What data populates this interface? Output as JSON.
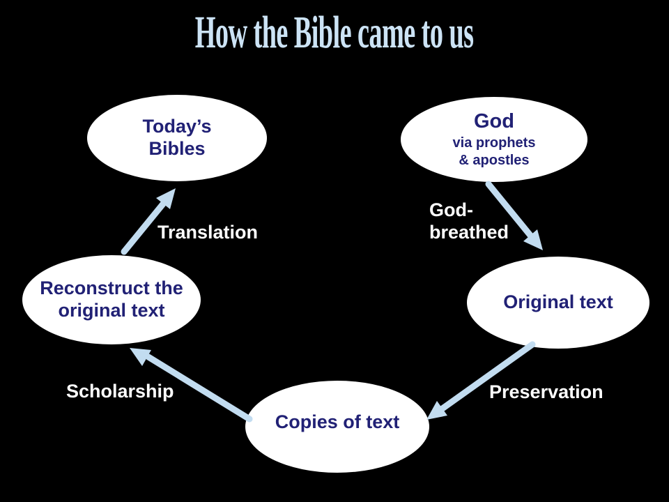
{
  "slide": {
    "title": "How the Bible came to us"
  },
  "colors": {
    "background": "#000000",
    "title": "#cce3f5",
    "node-fill": "#ffffff",
    "node-text": "#212175",
    "arrow": "#c2dcf0",
    "label-text": "#ffffff"
  },
  "nodes": {
    "todays_bibles": {
      "label": "Today’s\nBibles"
    },
    "god": {
      "label": "God",
      "sublabel": "via prophets\n& apostles"
    },
    "reconstruct": {
      "label": "Reconstruct the\noriginal text"
    },
    "original_text": {
      "label": "Original text"
    },
    "copies_of_text": {
      "label": "Copies of text"
    }
  },
  "arrows": {
    "god_breathed": {
      "label": "God-\nbreathed",
      "from": "god",
      "to": "original_text"
    },
    "preservation": {
      "label": "Preservation",
      "from": "original_text",
      "to": "copies_of_text"
    },
    "scholarship": {
      "label": "Scholarship",
      "from": "copies_of_text",
      "to": "reconstruct"
    },
    "translation": {
      "label": "Translation",
      "from": "reconstruct",
      "to": "todays_bibles"
    }
  }
}
